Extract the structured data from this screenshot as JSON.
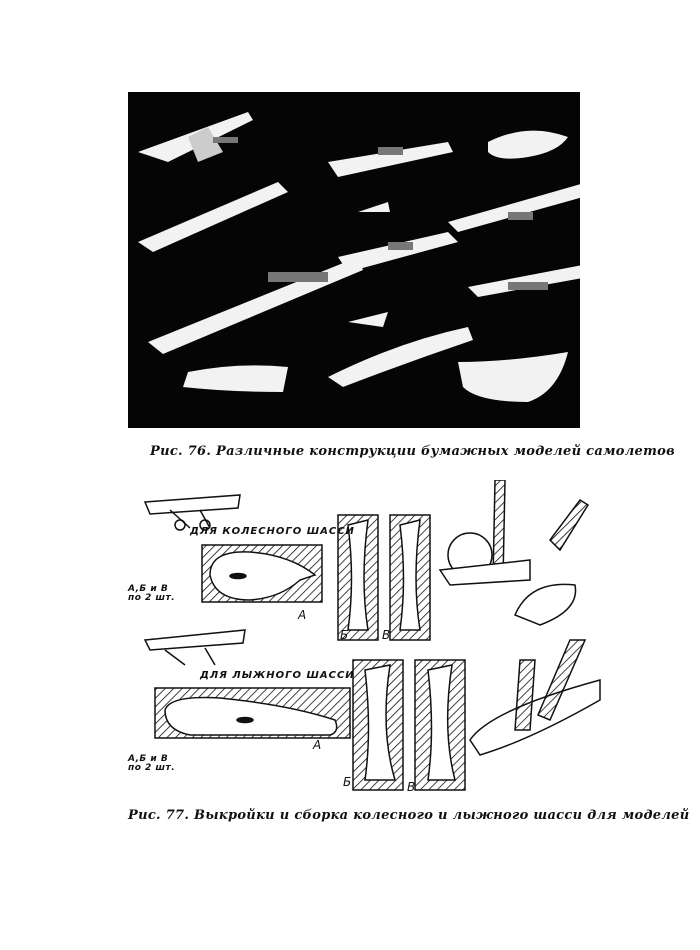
{
  "figure76": {
    "caption": "Рис. 76. Различные конструкции бумажных моделей самолетов"
  },
  "figure77": {
    "caption": "Рис. 77. Выкройки и сборка колесного и лыжного шасси для моделей",
    "wheel_section": {
      "title": "ДЛЯ КОЛЕСНОГО ШАССИ",
      "qty_line1": "А,Б и В",
      "qty_line2": "по 2 шт.",
      "part_a": "А",
      "part_b": "Б",
      "part_v": "В"
    },
    "ski_section": {
      "title": "ДЛЯ ЛЫЖНОГО ШАССИ",
      "qty_line1": "А,Б и В",
      "qty_line2": "по 2 шт.",
      "part_a": "А",
      "part_b": "Б",
      "part_v": "В"
    }
  }
}
